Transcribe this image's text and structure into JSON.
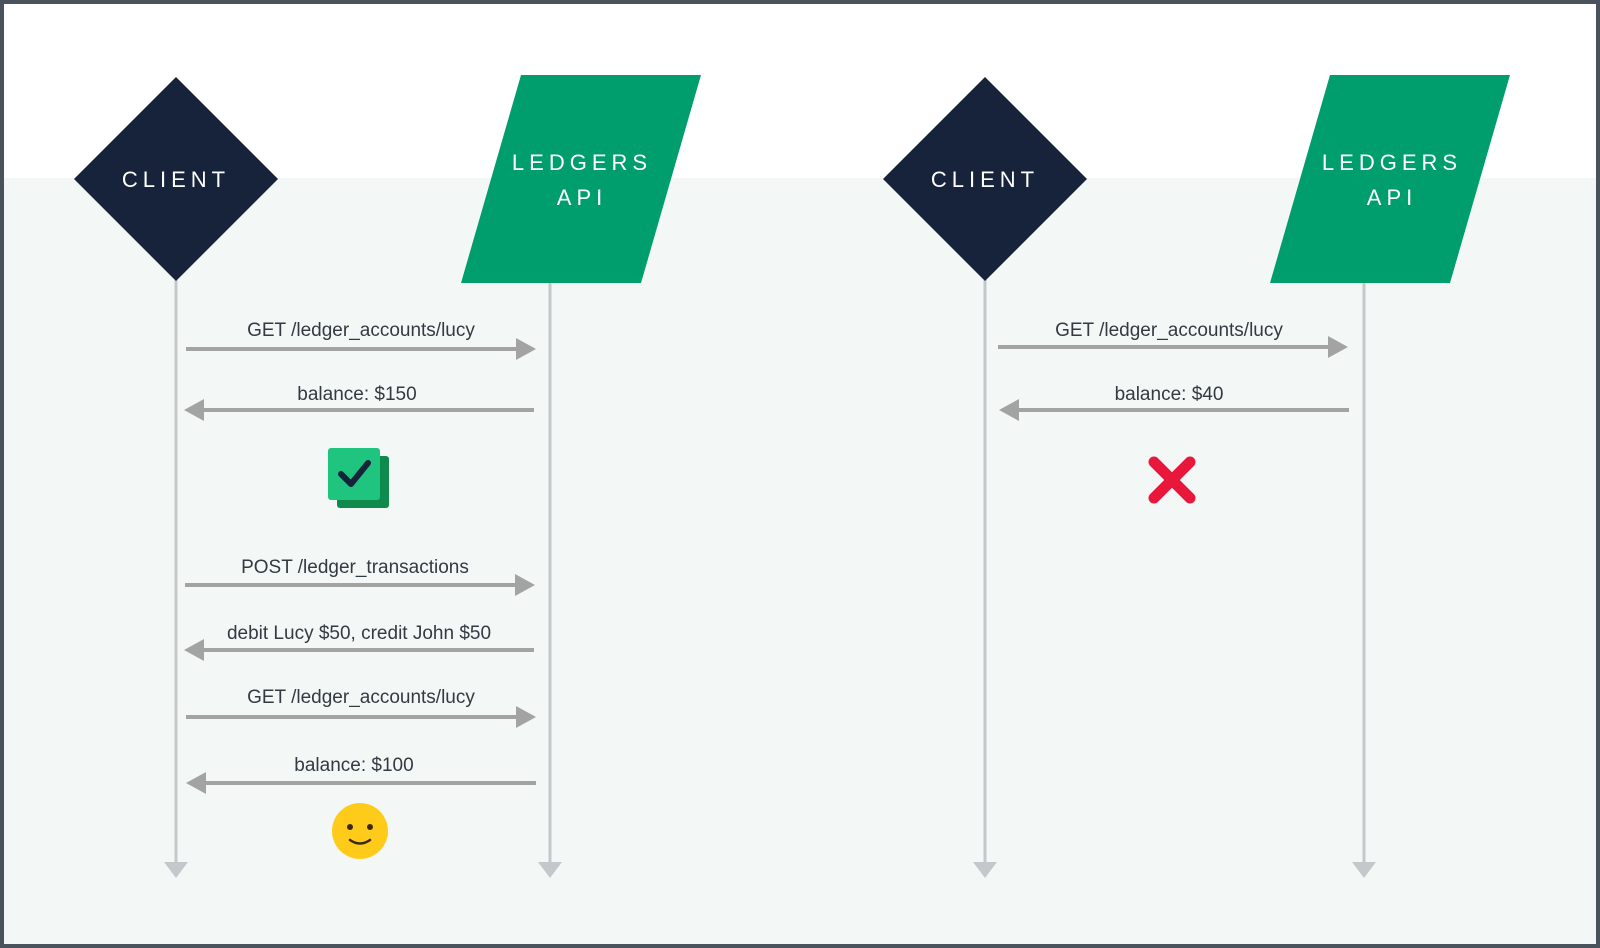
{
  "colors": {
    "frame": "#4a535c",
    "header_bg": "#ffffff",
    "body_bg": "#f3f7f6",
    "client_fill": "#17233a",
    "api_fill": "#009e6c",
    "line": "#c4c8cb",
    "arrow": "#a3a3a3",
    "label_text": "#333a42",
    "success": "#1fc47f",
    "error": "#e8173b",
    "smiley": "#ffcb1a"
  },
  "panels": [
    {
      "client_label": "CLIENT",
      "api_label_line1": "LEDGERS",
      "api_label_line2": "API",
      "messages": [
        {
          "label": "GET /ledger_accounts/lucy",
          "direction": "to_api"
        },
        {
          "label": "balance: $150",
          "direction": "to_client"
        },
        {
          "label": "POST /ledger_transactions",
          "direction": "to_api"
        },
        {
          "label": "debit Lucy $50, credit John $50",
          "direction": "to_client"
        },
        {
          "label": "GET /ledger_accounts/lucy",
          "direction": "to_api"
        },
        {
          "label": "balance: $100",
          "direction": "to_client"
        }
      ],
      "icons": [
        {
          "name": "checkmark-icon",
          "after_message": 2
        },
        {
          "name": "smiley-icon",
          "after_message": 6
        }
      ]
    },
    {
      "client_label": "CLIENT",
      "api_label_line1": "LEDGERS",
      "api_label_line2": "API",
      "messages": [
        {
          "label": "GET /ledger_accounts/lucy",
          "direction": "to_api"
        },
        {
          "label": "balance: $40",
          "direction": "to_client"
        }
      ],
      "icons": [
        {
          "name": "cross-icon",
          "after_message": 2
        }
      ]
    }
  ]
}
